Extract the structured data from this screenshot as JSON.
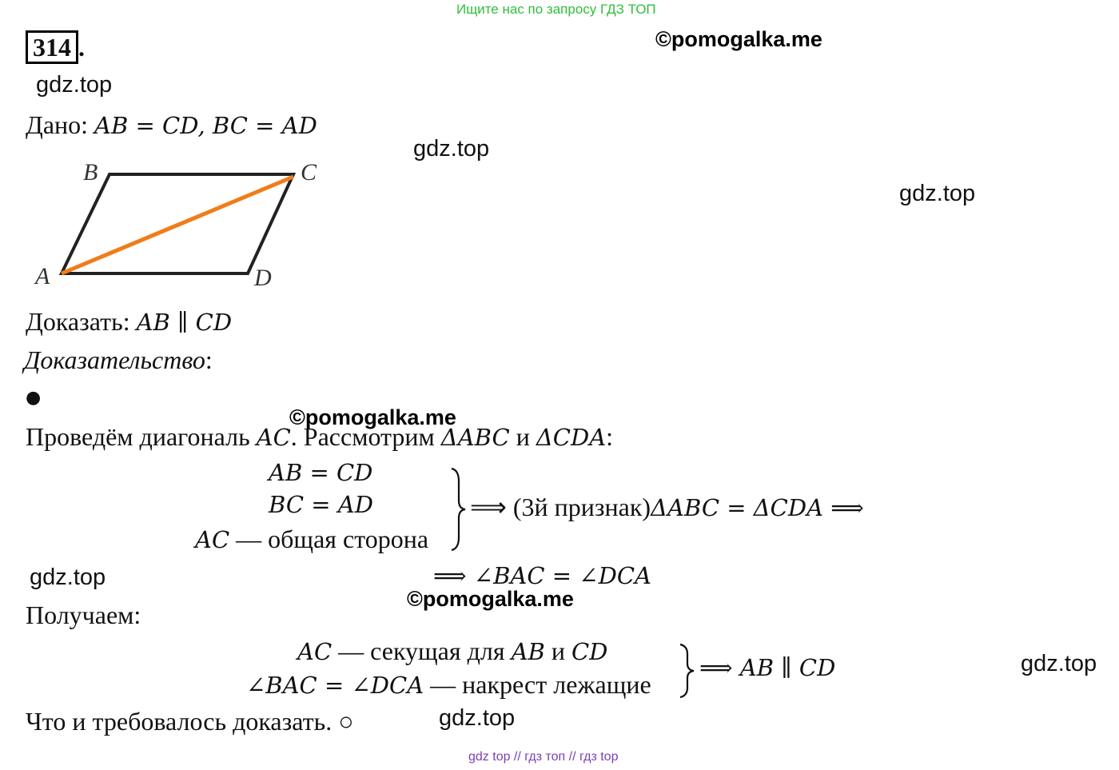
{
  "header": {
    "search_hint": "Ищите нас по запросу ГДЗ ТОП"
  },
  "task": {
    "number": "314",
    "number_dot": "."
  },
  "watermarks": {
    "pomogalka": "©pomogalka.me",
    "gdz": "gdz.top"
  },
  "given": {
    "label": "Дано: ",
    "expr": "AB = CD, BC = AD"
  },
  "figure": {
    "labels": {
      "a": "A",
      "b": "B",
      "c": "C",
      "d": "D"
    },
    "diagonal_color": "#f07d1a",
    "edge_color": "#222222"
  },
  "prove": {
    "label": "Доказать: ",
    "expr": "AB ∥ CD"
  },
  "proof_title": "Доказательство",
  "proof_colon": ":",
  "bullet": "●",
  "step1": {
    "text_a": "Проведём диагональ ",
    "ac": "AC",
    "text_b": ". Рассмотрим ",
    "tri1": "ΔABC",
    "and": " и ",
    "tri2": "ΔCDA",
    "colon": ":"
  },
  "system1": {
    "line1": "AB = CD",
    "line2": "BC = AD",
    "line3_math": "AC",
    "line3_text": " — общая сторона",
    "implies": "⟹ (3й признак)",
    "result": "ΔABC = ΔCDA ⟹"
  },
  "step2": {
    "implies": "⟹ ∠BAC = ∠DCA"
  },
  "gets": "Получаем:",
  "system2": {
    "line1_math": "AC",
    "line1_text": " — секущая для ",
    "line1_ab": "AB",
    "line1_and": " и ",
    "line1_cd": "CD",
    "line2_math": "∠BAC = ∠DCA",
    "line2_text": " — накрест лежащие",
    "result": "⟹ AB ∥ CD"
  },
  "conclusion": "Что и требовалось доказать. ○",
  "footer": {
    "link1": "gdz top",
    "sep1": " // ",
    "link2": "гдз топ",
    "sep2": " // ",
    "link3": "гдз top"
  }
}
